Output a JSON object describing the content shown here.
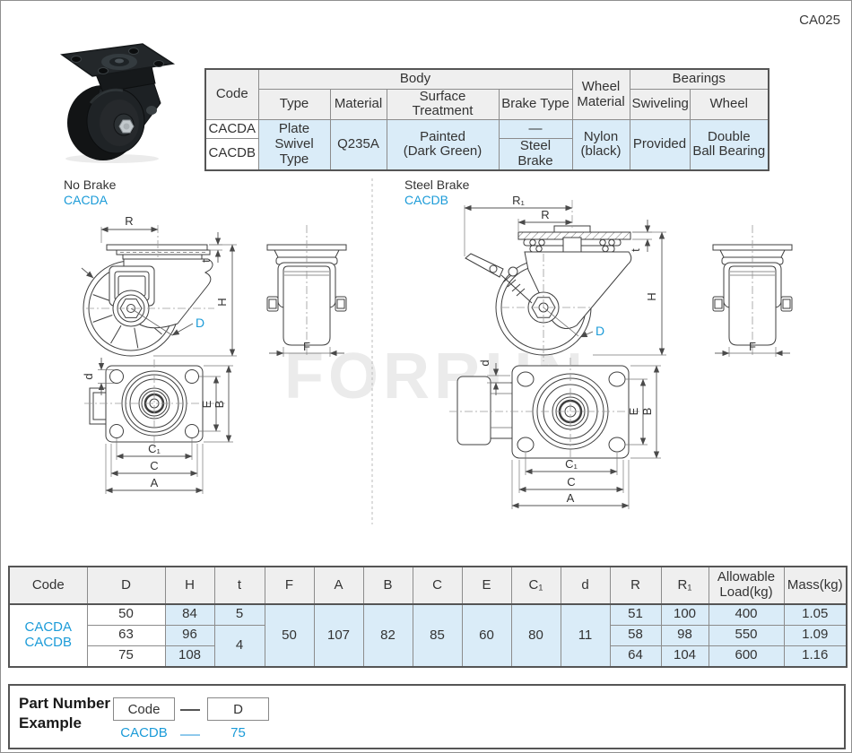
{
  "page_code": "CA025",
  "colors": {
    "accent_blue": "#1b9bd8",
    "cell_blue": "#daecf8",
    "header_gray": "#efefef"
  },
  "spec_table": {
    "h_code": "Code",
    "h_body": "Body",
    "h_type": "Type",
    "h_material": "Material",
    "h_surface": "Surface Treatment",
    "h_brake": "Brake Type",
    "h_wheel_material": [
      "Wheel",
      "Material"
    ],
    "h_bearings": "Bearings",
    "h_swiveling": "Swiveling",
    "h_wheel": "Wheel",
    "code_a": "CACDA",
    "code_b": "CACDB",
    "type": [
      "Plate",
      "Swivel Type"
    ],
    "material": "Q235A",
    "surface": [
      "Painted",
      "(Dark Green)"
    ],
    "brake_none": "—",
    "brake_steel": "Steel Brake",
    "wheel_material": [
      "Nylon",
      "(black)"
    ],
    "swiveling": "Provided",
    "wheel_bearing": [
      "Double",
      "Ball Bearing"
    ]
  },
  "drawings": {
    "left_label": "No Brake",
    "left_code": "CACDA",
    "right_label": "Steel Brake",
    "right_code": "CACDB",
    "watermark": "FORRUN",
    "dims": {
      "R": "R",
      "R1": "R₁",
      "t": "t",
      "H": "H",
      "D": "D",
      "F": "F",
      "d": "d",
      "E": "E",
      "B": "B",
      "C1": "C₁",
      "C": "C",
      "A": "A"
    }
  },
  "dim_table": {
    "headers": [
      "Code",
      "D",
      "H",
      "t",
      "F",
      "A",
      "B",
      "C",
      "E",
      "C₁",
      "d",
      "R",
      "R₁"
    ],
    "header_load": [
      "Allowable",
      "Load(kg)"
    ],
    "header_mass": "Mass(kg)",
    "code_lines": [
      "CACDA",
      "CACDB"
    ],
    "d": [
      "50",
      "63",
      "75"
    ],
    "h": [
      "84",
      "96",
      "108"
    ],
    "t1": "5",
    "t23": "4",
    "shared": {
      "F": "50",
      "A": "107",
      "B": "82",
      "C": "85",
      "E": "60",
      "C1": "80",
      "d": "11"
    },
    "r": [
      "51",
      "58",
      "64"
    ],
    "r1": [
      "100",
      "98",
      "104"
    ],
    "load": [
      "400",
      "550",
      "600"
    ],
    "mass": [
      "1.05",
      "1.09",
      "1.16"
    ]
  },
  "part_number": {
    "title": [
      "Part Number",
      "Example"
    ],
    "box_code": "Code",
    "box_d": "D",
    "example_code": "CACDB",
    "example_value": "75"
  }
}
